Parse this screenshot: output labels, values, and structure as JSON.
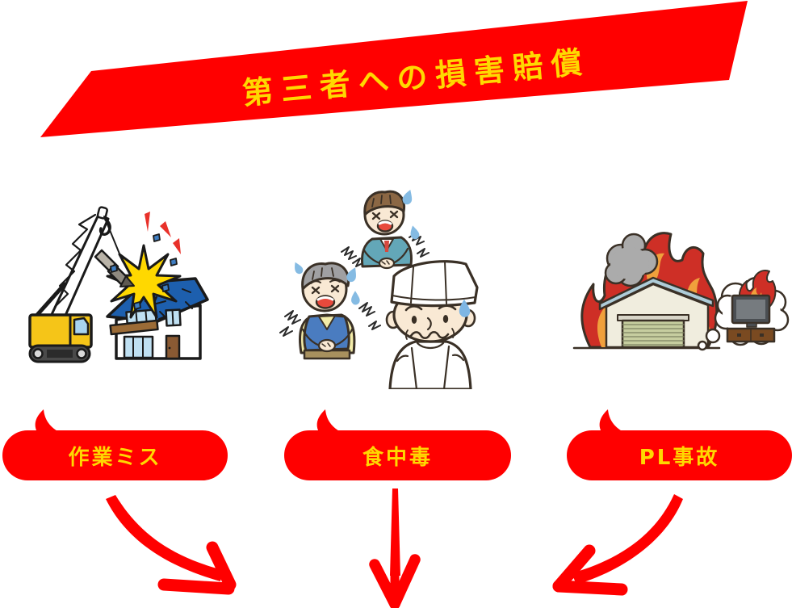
{
  "banner": {
    "title": "第三者への損害賠償"
  },
  "items": [
    {
      "label": "作業ミス",
      "illustration": "crane-house-crash"
    },
    {
      "label": "食中毒",
      "illustration": "food-poisoning-victims-and-chef"
    },
    {
      "label": "PL事故",
      "illustration": "warehouse-fire-with-tv-thought-bubble"
    }
  ],
  "arrows": [
    {
      "name": "curved-arrow-down-right"
    },
    {
      "name": "straight-arrow-down"
    },
    {
      "name": "curved-arrow-down-left"
    }
  ],
  "colors": {
    "accent_red": "#FF0000",
    "accent_yellow": "#FFD800",
    "flame_red": "#CE2F26",
    "flame_orange": "#F0A03C",
    "roof_blue": "#1D5FAE",
    "smoke_gray": "#ABABAB"
  }
}
